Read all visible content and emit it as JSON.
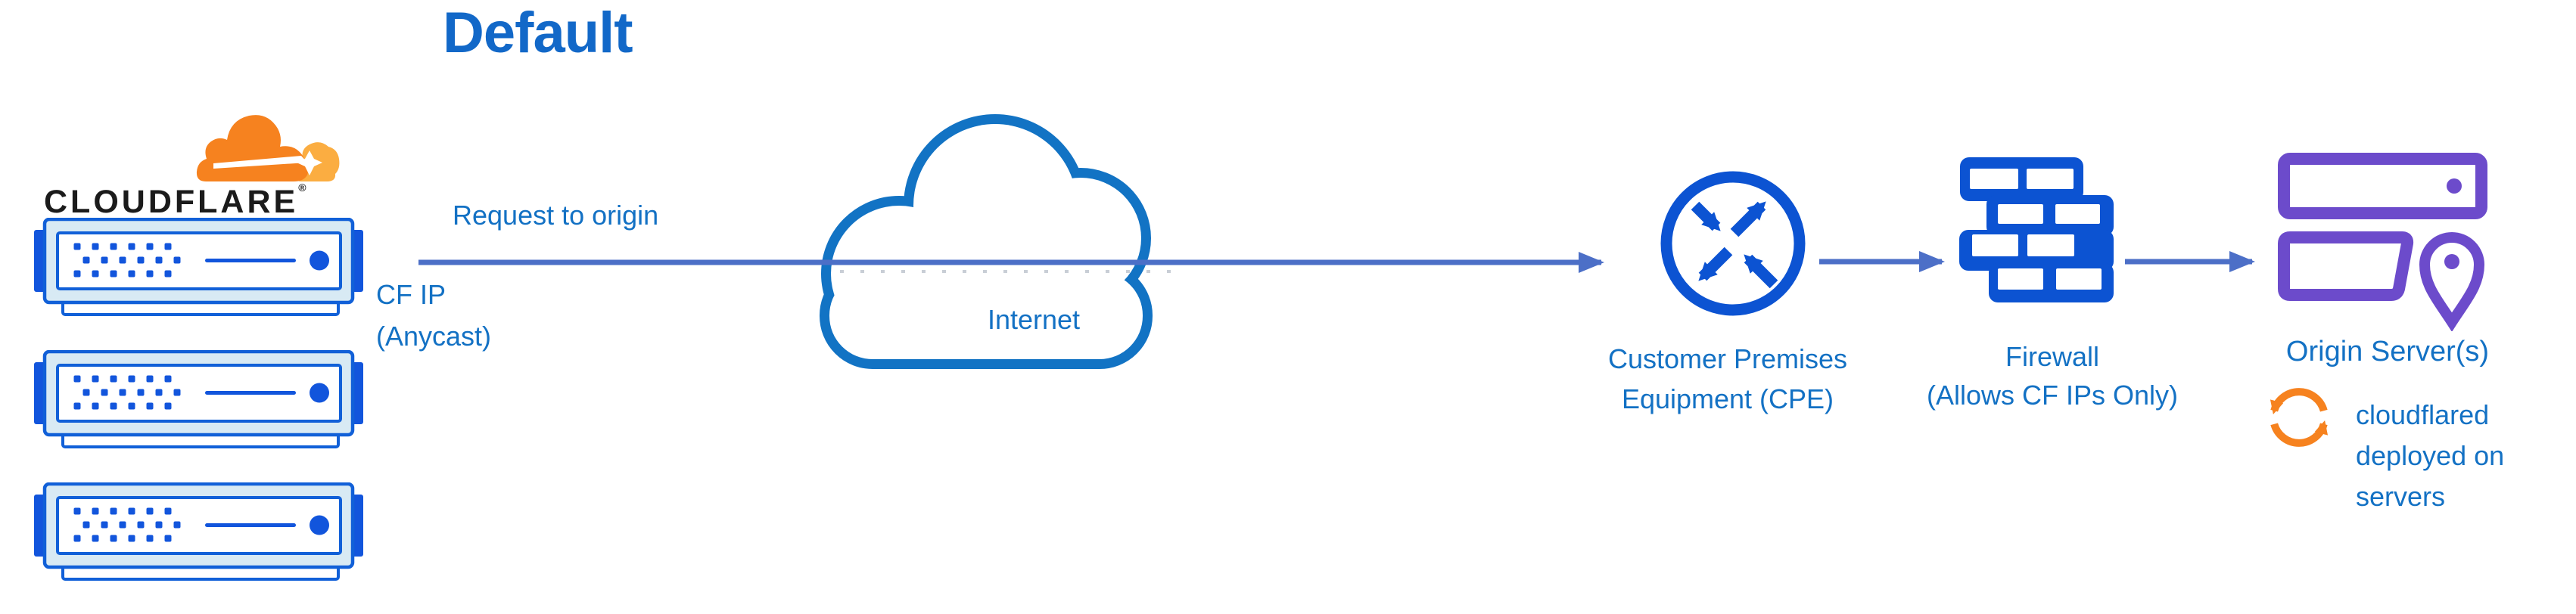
{
  "diagram_title": "Default",
  "colors": {
    "title_blue": "#1268C8",
    "label_blue": "#1371C4",
    "icon_blue": "#0C53D2",
    "server_accent_blue": "#1255DC",
    "server_border_blue": "#1160D8",
    "server_fill": "#D8EAF4",
    "cloud_outline_blue": "#1273C4",
    "arrow_slate_blue": "#4C6FC7",
    "dotted_gray": "#C9CED6",
    "origin_purple": "#6C4BCB",
    "sync_orange": "#F6821F",
    "cf_logo_orange": "#F6821F",
    "cf_logo_light_orange": "#FBAD41",
    "cf_logo_text": "#1B1B1B"
  },
  "cloudflare_node": {
    "brand_text": "CLOUDFLARE",
    "registered_mark": "®",
    "server_count": 3
  },
  "edge_labels": {
    "request_to_origin": "Request to origin",
    "cf_ip_anycast": "CF IP\n(Anycast)"
  },
  "nodes": {
    "internet": "Internet",
    "cpe": "Customer Premises\nEquipment (CPE)",
    "firewall": "Firewall\n(Allows CF IPs Only)",
    "origin_servers": "Origin Server(s)",
    "cloudflared_note": "cloudflared\ndeployed on\nservers"
  },
  "icons": {
    "cloudflare_logo": "cloudflare-cloud-logo",
    "edge_servers": "server-rack-icon",
    "internet": "cloud-icon",
    "cpe": "router-icon",
    "firewall": "brick-wall-icon",
    "origin": "server-location-icon",
    "cloudflared": "sync-arrows-icon"
  }
}
